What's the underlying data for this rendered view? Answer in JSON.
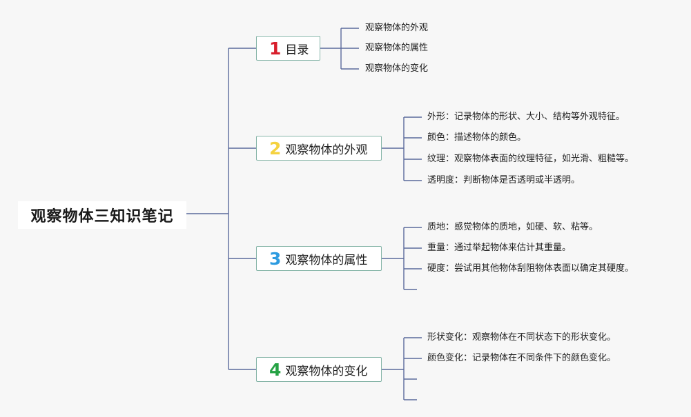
{
  "root": {
    "title": "观察物体三知识笔记"
  },
  "branches": [
    {
      "number": "1",
      "label": "目录",
      "number_color": "#d81e2c",
      "items": [
        "观察物体的外观",
        "观察物体的属性",
        "观察物体的变化"
      ]
    },
    {
      "number": "2",
      "label": "观察物体的外观",
      "number_color": "#f5d23f",
      "items": [
        "外形：记录物体的形状、大小、结构等外观特征。",
        "颜色：描述物体的颜色。",
        "纹理：观察物体表面的纹理特征，如光滑、粗糙等。",
        "透明度：判断物体是否透明或半透明。"
      ]
    },
    {
      "number": "3",
      "label": "观察物体的属性",
      "number_color": "#2d9be0",
      "items": [
        "质地：感觉物体的质地，如硬、软、粘等。",
        "重量：通过举起物体来估计其重量。",
        "硬度：尝试用其他物体刮阻物体表面以确定其硬度。",
        ""
      ]
    },
    {
      "number": "4",
      "label": "观察物体的变化",
      "number_color": "#25a244",
      "items": [
        "形状变化：观察物体在不同状态下的形状变化。",
        "颜色变化：记录物体在不同条件下的颜色变化。",
        "",
        ""
      ]
    }
  ],
  "colors": {
    "connector": "#3c4f86",
    "branch_border": "#86b5a8"
  }
}
